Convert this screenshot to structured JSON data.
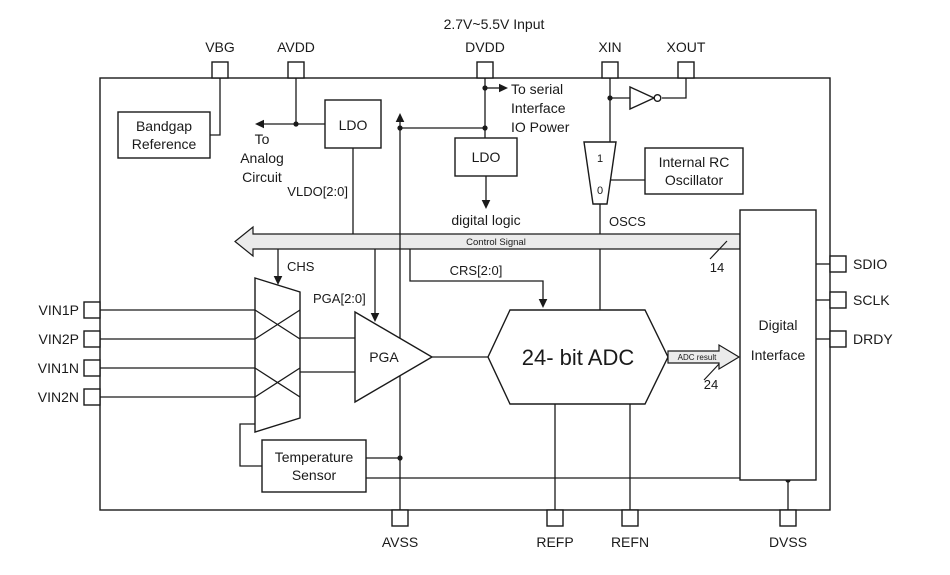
{
  "colors": {
    "bus_fill": "#ebebeb",
    "line": "#1a1a1a",
    "background": "#ffffff"
  },
  "pins": {
    "top": [
      "VBG",
      "AVDD",
      "DVDD",
      "XIN",
      "XOUT"
    ],
    "left": [
      "VIN1P",
      "VIN2P",
      "VIN1N",
      "VIN2N"
    ],
    "right": [
      "SDIO",
      "SCLK",
      "DRDY"
    ],
    "bottom": [
      "AVSS",
      "REFP",
      "REFN",
      "DVSS"
    ]
  },
  "blocks": {
    "bandgap_1": "Bandgap",
    "bandgap_2": "Reference",
    "ldo1": "LDO",
    "ldo2": "LDO",
    "osc_1": "Internal RC",
    "osc_2": "Oscillator",
    "pga": "PGA",
    "adc": "24- bit ADC",
    "di_1": "Digital",
    "di_2": "Interface",
    "temp_1": "Temperature",
    "temp_2": "Sensor"
  },
  "annotations": {
    "input_note": "2.7V~5.5V Input",
    "to_analog_1": "To",
    "to_analog_2": "Analog",
    "to_analog_3": "Circuit",
    "to_serial_1": "To serial",
    "to_serial_2": "Interface",
    "to_serial_3": "IO Power",
    "digital_logic": "digital logic",
    "vldo": "VLDO[2:0]",
    "oscs": "OSCS",
    "chs": "CHS",
    "crs": "CRS[2:0]",
    "pga_ctrl": "PGA[2:0]",
    "control_signal": "Control Signal",
    "bus_width": "14",
    "adc_result": "ADC result",
    "adc_width": "24",
    "mux_in_1": "1",
    "mux_in_0": "0"
  }
}
